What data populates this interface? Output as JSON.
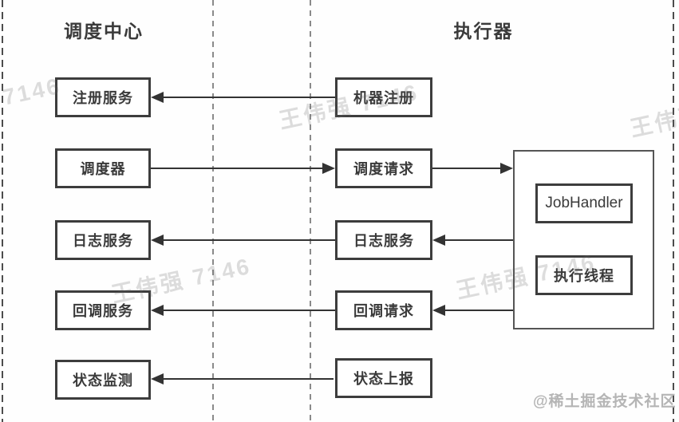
{
  "diagram": {
    "scheduler_center": {
      "title": "调度中心",
      "register_service": "注册服务",
      "scheduler": "调度器",
      "log_service": "日志服务",
      "callback_service": "回调服务",
      "status_monitor": "状态监测"
    },
    "executor": {
      "title": "执行器",
      "machine_register": "机器注册",
      "schedule_request": "调度请求",
      "log_service": "日志服务",
      "callback_request": "回调请求",
      "status_report": "状态上报",
      "job_handler": "JobHandler",
      "exec_thread": "执行线程"
    },
    "colors": {
      "box_border": "#3d3d3d",
      "arrow": "#333333",
      "divider_gray": "#8a8a8a",
      "divider_dark": "#4c4c4c"
    }
  },
  "watermarks": {
    "author": "王伟强 7146",
    "community": "@稀土掘金技术社区"
  }
}
